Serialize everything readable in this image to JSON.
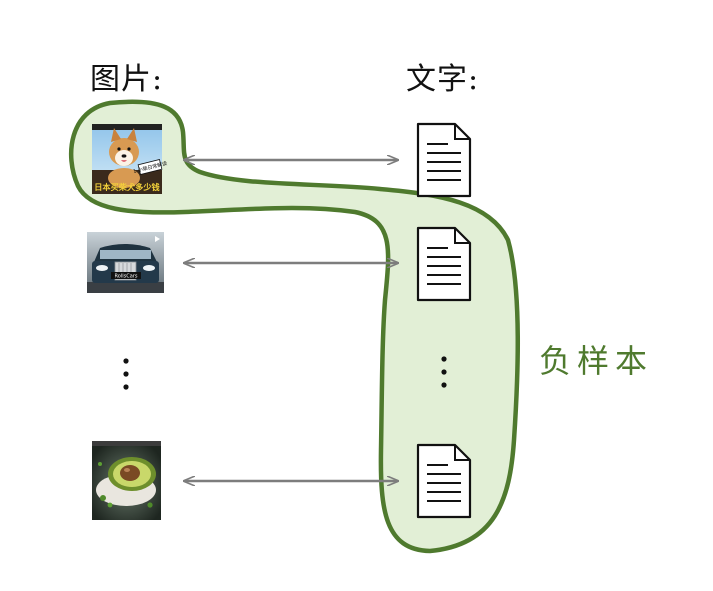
{
  "headings": {
    "images": "图片:",
    "texts": "文字:"
  },
  "region_label": "负样本",
  "image_caption": "日本买柴犬多少钱",
  "image_badge": "1 小柴日常解读",
  "car_caption": "RollsCars",
  "colors": {
    "region_fill": "#e2efd6",
    "region_stroke": "#4f7a2e",
    "label": "#4f7a2e",
    "arrow": "#7d7d7d",
    "doc_stroke": "#111111"
  },
  "rows": [
    {
      "image": "shiba-dog",
      "text": "document"
    },
    {
      "image": "car",
      "text": "document"
    },
    {
      "image": "ellipsis",
      "text": "ellipsis"
    },
    {
      "image": "avocado-dish",
      "text": "document"
    }
  ]
}
